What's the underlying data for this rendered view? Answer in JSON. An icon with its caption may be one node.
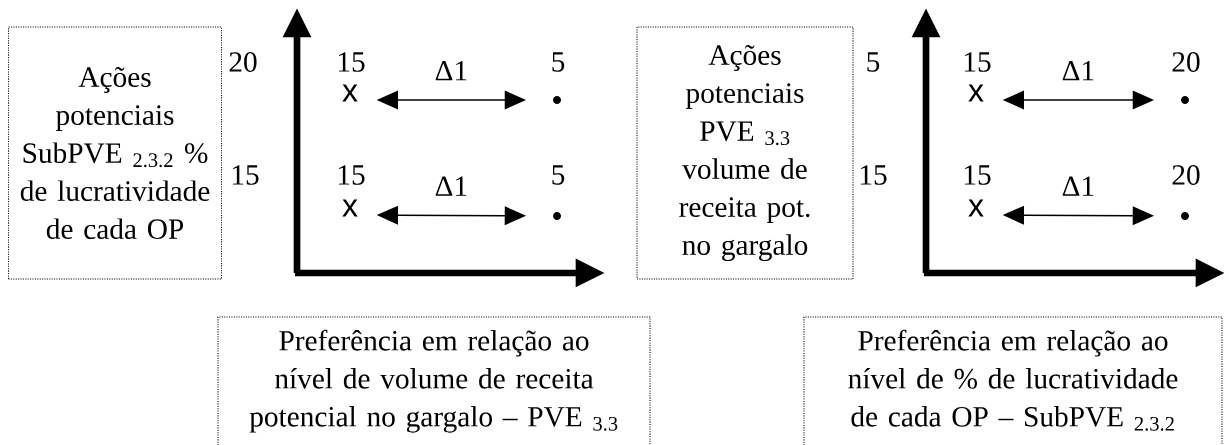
{
  "diagram": {
    "nodes": [
      {
        "text": [
          "Ações potenciais SubPVE $_{2.3.2}$ % de lucratividade de cada OP"
        ]
      },
      {
        "text": [
          "x"
        ],
        "beside": [
          "15"
        ]
      },
      {
        "text": [],
        "shape": "dot",
        "beside": [
          "5"
        ]
      },
      {
        "text": [
          "x"
        ],
        "beside": [
          "15"
        ]
      },
      {
        "text": [],
        "shape": "dot",
        "beside": [
          "5"
        ]
      },
      {
        "text": [
          "Ações potenciais PVE $_{3.3}$ volume de receita pot. no gargalo"
        ]
      },
      {
        "text": [
          "x"
        ],
        "beside": [
          "15"
        ]
      },
      {
        "text": [],
        "shape": "dot",
        "beside": [
          "20"
        ]
      },
      {
        "text": [
          "x"
        ],
        "beside": [
          "15"
        ]
      },
      {
        "text": [],
        "shape": "dot",
        "beside": [
          "20"
        ]
      },
      {
        "text": [
          "Preferência em relação ao nível de volume de receita potencial no gargalo – PVE $_{3.3}$"
        ]
      },
      {
        "text": [
          "Preferência em relação ao nível de % de lucratividade de cada OP – SubPVE $_{2.3.2}$"
        ]
      }
    ],
    "edges": [
      {
        "from": 1,
        "to": 2,
        "arrow": "both",
        "label": "Δ1"
      },
      {
        "from": 3,
        "to": 4,
        "arrow": "both",
        "label": "Δ1"
      },
      {
        "from": 6,
        "to": 7,
        "arrow": "both",
        "label": "Δ1"
      },
      {
        "from": 8,
        "to": 9,
        "arrow": "both",
        "label": "Δ1"
      }
    ],
    "labels": [
      "20",
      "15",
      "5",
      "15"
    ]
  }
}
